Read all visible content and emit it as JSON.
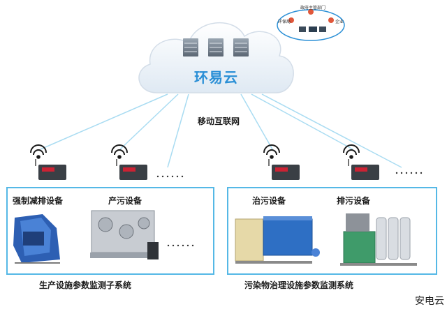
{
  "cloud": {
    "label": "环易云"
  },
  "network": {
    "label": "移动互联网"
  },
  "users": {
    "top_label": "政府主管部门",
    "left_label": "环保局",
    "right_label": "企业"
  },
  "left_panel": {
    "title": "生产设施参数监测子系统",
    "equipment": [
      "强制减排设备",
      "产污设备"
    ]
  },
  "right_panel": {
    "title": "污染物治理设施参数监测系统",
    "equipment": [
      "治污设备",
      "排污设备"
    ]
  },
  "watermark": "安电云",
  "colors": {
    "accent": "#55b8e6",
    "cloud_text": "#2a8fd6",
    "line": "#a9dcf2"
  }
}
